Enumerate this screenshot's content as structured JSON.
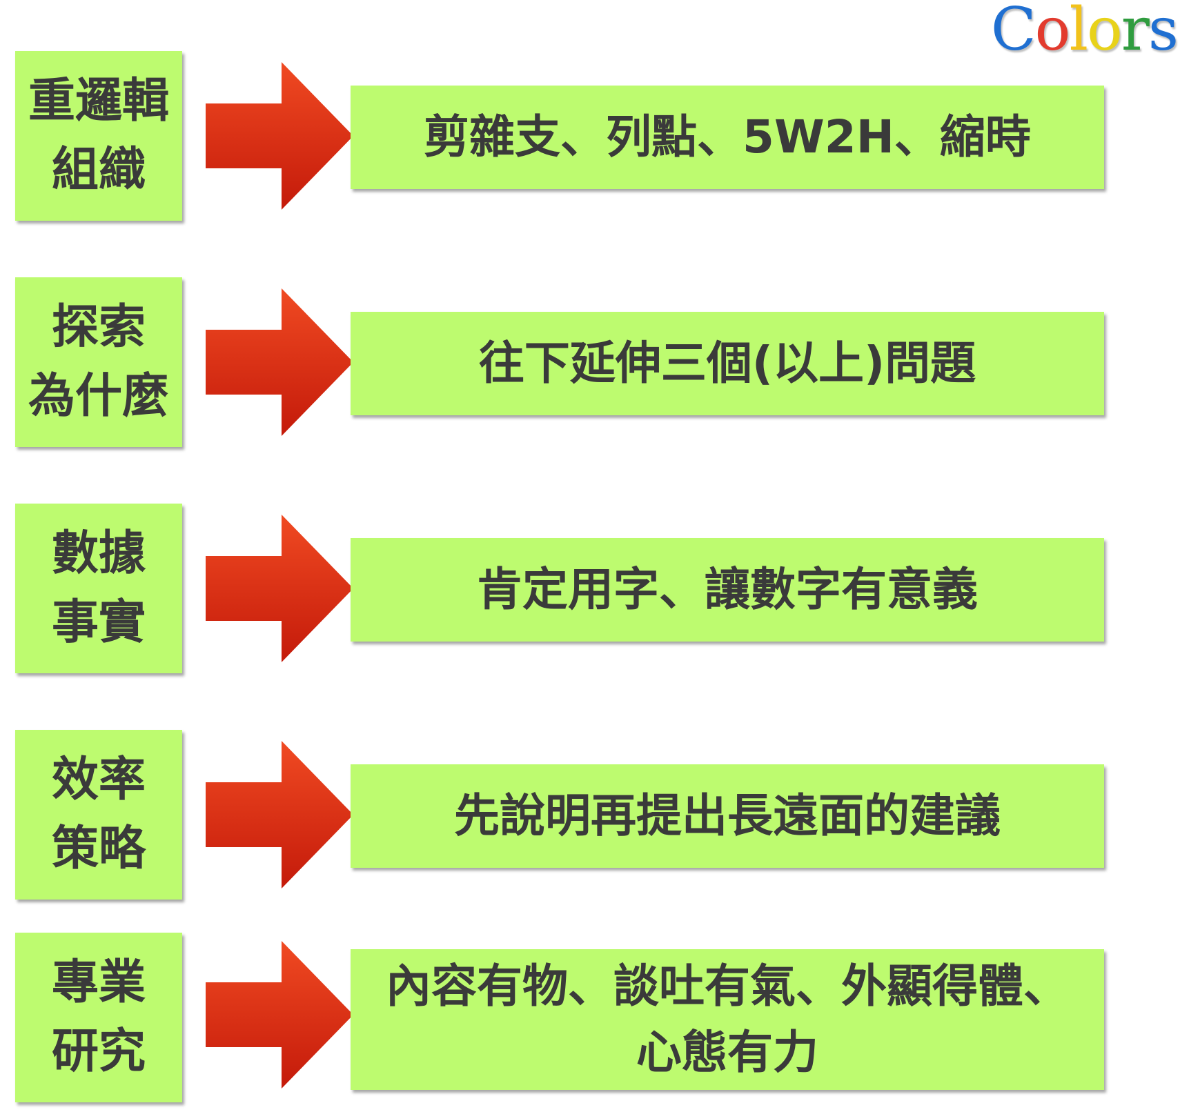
{
  "logo": {
    "letters": [
      {
        "char": "C",
        "color": "#1f6fd1"
      },
      {
        "char": "o",
        "color": "#e23b2e"
      },
      {
        "char": "l",
        "color": "#f2c21b"
      },
      {
        "char": "o",
        "color": "#e8d21a"
      },
      {
        "char": "r",
        "color": "#2f9c3f"
      },
      {
        "char": "s",
        "color": "#1f6fd1"
      }
    ]
  },
  "colors": {
    "box_fill": "#bdfb6f",
    "text": "#3a3a3a",
    "arrow_top": "#f04a22",
    "arrow_bottom": "#c41a0a"
  },
  "rows": [
    {
      "label_lines": [
        "重邏輯",
        "組織"
      ],
      "content_lines": [
        "剪雜支、列點、5W2H、縮時"
      ]
    },
    {
      "label_lines": [
        "探索",
        "為什麼"
      ],
      "content_lines": [
        "往下延伸三個(以上)問題"
      ]
    },
    {
      "label_lines": [
        "數據",
        "事實"
      ],
      "content_lines": [
        "肯定用字、讓數字有意義"
      ]
    },
    {
      "label_lines": [
        "效率",
        "策略"
      ],
      "content_lines": [
        "先說明再提出長遠面的建議"
      ]
    },
    {
      "label_lines": [
        "專業",
        "研究"
      ],
      "content_lines": [
        "內容有物、談吐有氣、外顯得體、",
        "心態有力"
      ]
    }
  ]
}
